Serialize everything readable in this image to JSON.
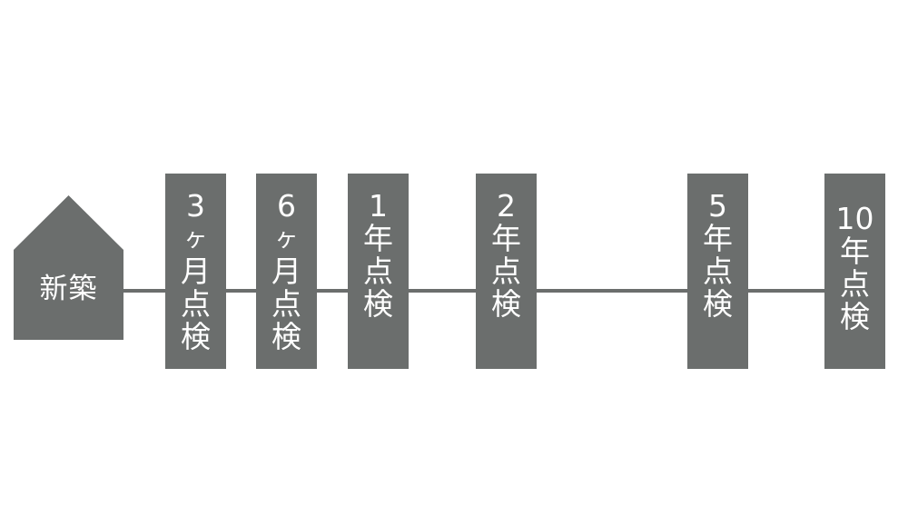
{
  "diagram": {
    "colors": {
      "box": "#6b6e6d",
      "text": "#ffffff",
      "line": "#6b6e6d",
      "background": "#ffffff"
    },
    "start": {
      "label": "新築",
      "icon": "house-icon"
    },
    "milestones": [
      {
        "number": "3",
        "unit": "ヶ",
        "suffix1": "月",
        "suffix2": "点",
        "suffix3": "検"
      },
      {
        "number": "6",
        "unit": "ヶ",
        "suffix1": "月",
        "suffix2": "点",
        "suffix3": "検"
      },
      {
        "number": "1",
        "unit": "年",
        "suffix1": "点",
        "suffix2": "検"
      },
      {
        "number": "2",
        "unit": "年",
        "suffix1": "点",
        "suffix2": "検"
      },
      {
        "number": "5",
        "unit": "年",
        "suffix1": "点",
        "suffix2": "検"
      },
      {
        "number": "10",
        "unit": "年",
        "suffix1": "点",
        "suffix2": "検"
      }
    ]
  }
}
